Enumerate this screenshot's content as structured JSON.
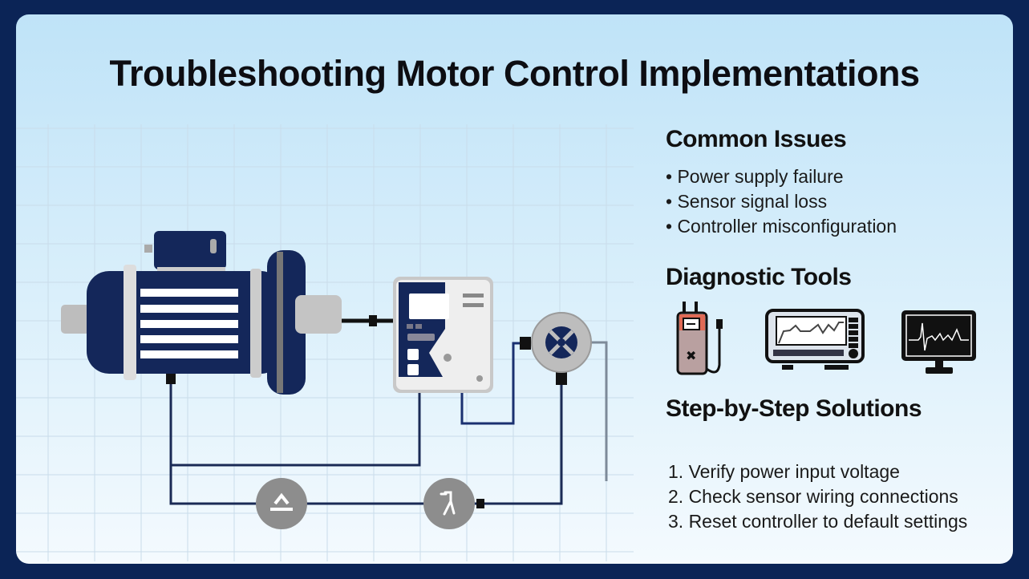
{
  "title": "Troubleshooting Motor Control Implementations",
  "common_issues": {
    "heading": "Common Issues",
    "items": [
      "• Power supply failure",
      "• Sensor signal loss",
      "• Controller misconfiguration"
    ]
  },
  "diagnostic_tools": {
    "heading": "Diagnostic Tools",
    "icons": [
      "multimeter-icon",
      "oscilloscope-icon",
      "monitor-waveform-icon"
    ]
  },
  "solutions": {
    "heading": "Step-by-Step Solutions",
    "items": [
      "1. Verify power input voltage",
      "2. Check sensor wiring connections",
      "3. Reset controller to default settings"
    ]
  },
  "colors": {
    "navy": "#14275a",
    "frame": "#0b2456",
    "grey": "#9a9a9a",
    "meter_red": "#e06a55"
  }
}
